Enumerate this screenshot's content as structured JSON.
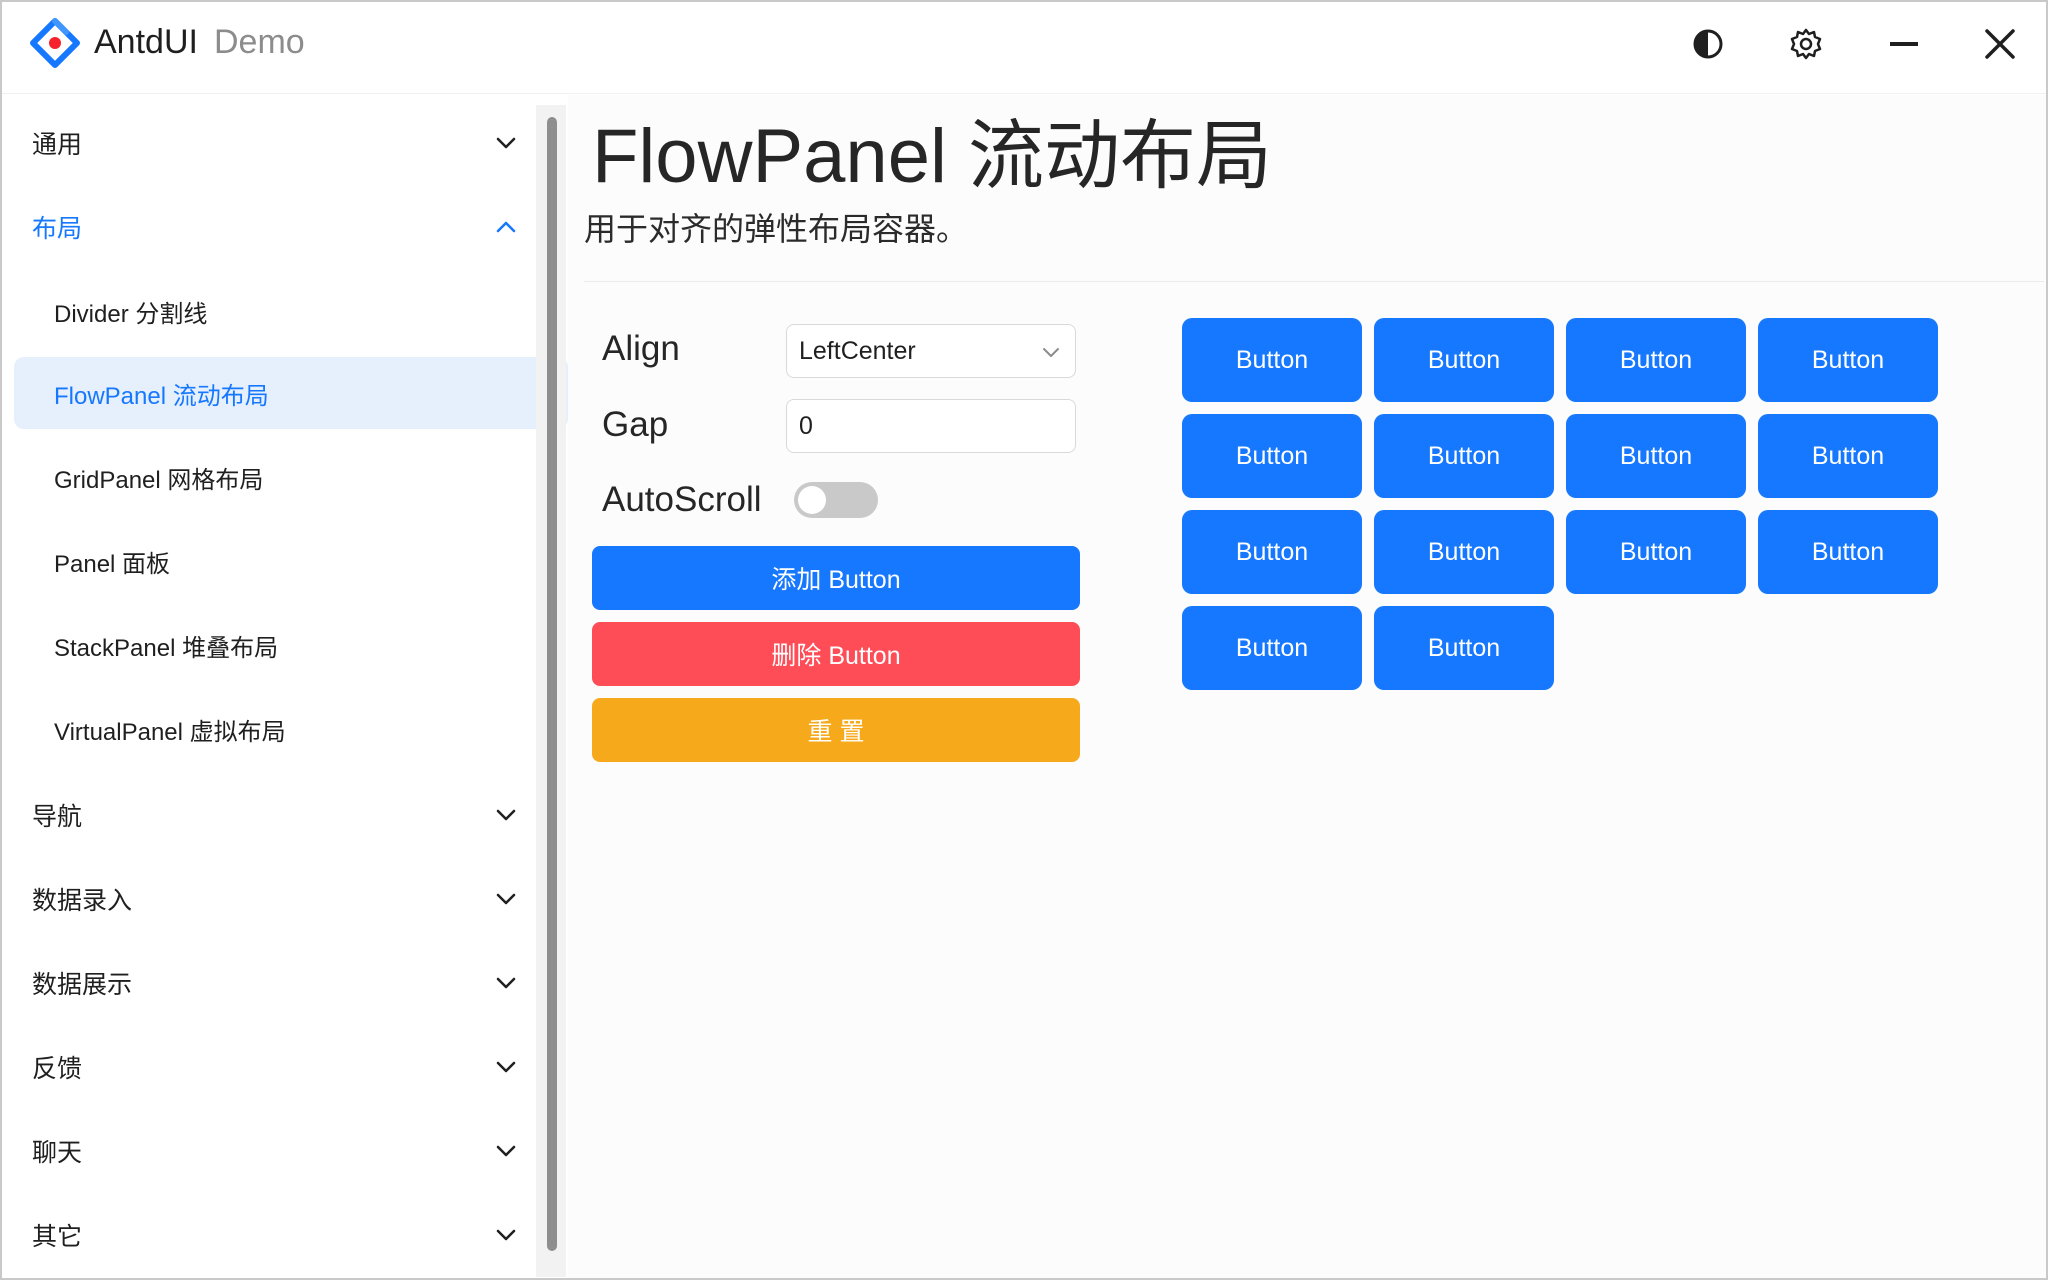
{
  "app": {
    "title": "AntdUI",
    "subtitle": "Demo",
    "icons": [
      "antd-logo-icon",
      "theme-contrast-icon",
      "settings-gear-icon",
      "minimize-icon",
      "close-icon"
    ]
  },
  "sidebar": {
    "groups": [
      {
        "label": "通用",
        "expanded": false
      },
      {
        "label": "布局",
        "expanded": true,
        "active": true
      },
      {
        "label": "导航",
        "expanded": false
      },
      {
        "label": "数据录入",
        "expanded": false
      },
      {
        "label": "数据展示",
        "expanded": false
      },
      {
        "label": "反馈",
        "expanded": false
      },
      {
        "label": "聊天",
        "expanded": false
      },
      {
        "label": "其它",
        "expanded": false
      }
    ],
    "layout_items": [
      {
        "label": "Divider 分割线"
      },
      {
        "label": "FlowPanel 流动布局",
        "selected": true
      },
      {
        "label": "GridPanel 网格布局"
      },
      {
        "label": "Panel 面板"
      },
      {
        "label": "StackPanel 堆叠布局"
      },
      {
        "label": "VirtualPanel 虚拟布局"
      }
    ]
  },
  "main": {
    "title": "FlowPanel 流动布局",
    "description": "用于对齐的弹性布局容器。",
    "form": {
      "align_label": "Align",
      "align_value": "LeftCenter",
      "gap_label": "Gap",
      "gap_value": "0",
      "autoscroll_label": "AutoScroll",
      "autoscroll_on": false
    },
    "actions": {
      "add_label": "添加 Button",
      "delete_label": "删除 Button",
      "reset_label": "重 置"
    },
    "flow_buttons": [
      "Button",
      "Button",
      "Button",
      "Button",
      "Button",
      "Button",
      "Button",
      "Button",
      "Button",
      "Button",
      "Button",
      "Button",
      "Button",
      "Button"
    ]
  },
  "colors": {
    "primary": "#1677ff",
    "danger": "#ff4d57",
    "warning": "#f6aa1b",
    "selected_bg": "#e6f0fd"
  }
}
